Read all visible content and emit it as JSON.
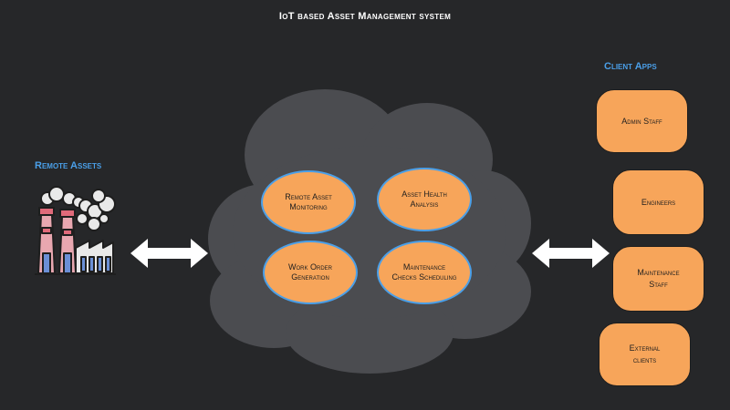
{
  "title": "IoT based Asset Management system",
  "remote_assets": {
    "label": "Remote Assets",
    "icon": "factory-icon"
  },
  "client_apps": {
    "label": "Client Apps",
    "items": [
      "Admin Staff",
      "Engineers",
      "Maintenance\nStaff",
      "External\nclients"
    ]
  },
  "cloud": {
    "services": [
      "Remote Asset\nMonitoring",
      "Asset Health\nAnalysis",
      "Work  Order\nGeneration",
      "Maintenance\nChecks Scheduling"
    ]
  },
  "colors": {
    "background": "#262729",
    "cloud": "#4b4c50",
    "service_fill": "#f7a55a",
    "service_border": "#4a9fe8",
    "label_blue": "#4a9fe8",
    "arrow": "#ffffff"
  }
}
